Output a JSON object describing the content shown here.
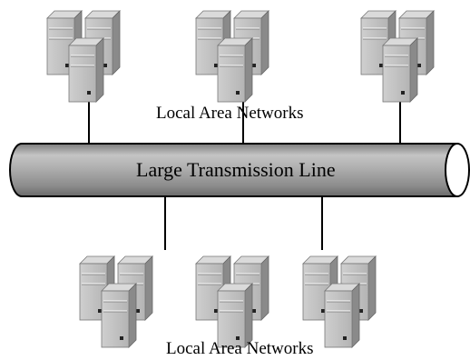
{
  "diagram": {
    "top_network_label": "Local Area Networks",
    "bottom_network_label": "Local Area Networks",
    "transmission_line_label": "Large Transmission Line"
  },
  "icons": {
    "server_cluster": "server-cluster-icon",
    "transmission_line": "pipe-cylinder"
  },
  "colors": {
    "server_face": "#bdbdbd",
    "server_side": "#8c8c8c",
    "server_top": "#d9d9d9",
    "pipe_mid": "#a8a8a8",
    "line": "#000000"
  }
}
